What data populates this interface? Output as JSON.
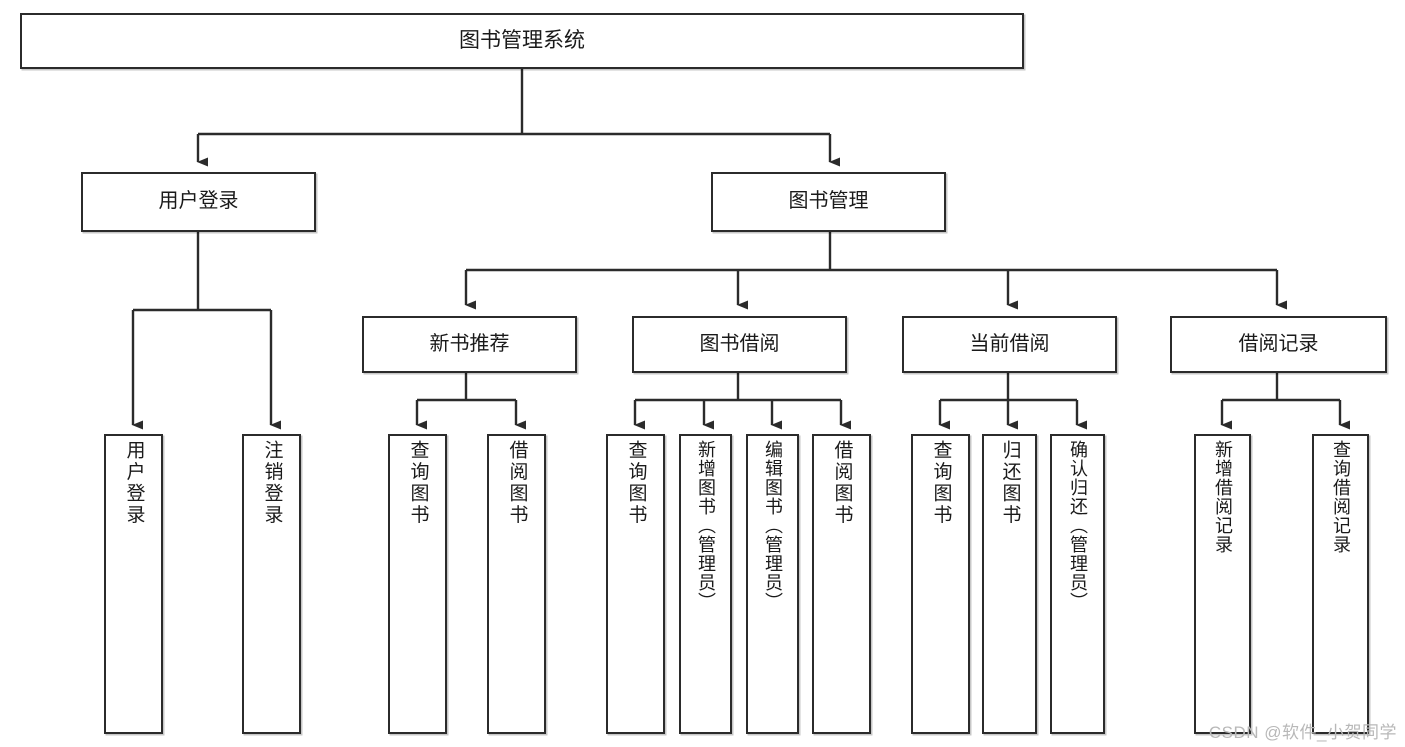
{
  "diagram": {
    "title": "图书管理系统",
    "type": "hierarchy-tree",
    "watermark": "CSDN @软件_小贺同学",
    "colors": {
      "box_border": "#2b2b2b",
      "box_fill": "#ffffff",
      "connector": "#2b2b2b",
      "text": "#1a1a1a",
      "watermark": "#b8b8b8"
    },
    "nodes": {
      "root": {
        "label": "图书管理系统"
      },
      "level1": [
        {
          "id": "user-login",
          "label": "用户登录"
        },
        {
          "id": "book-management",
          "label": "图书管理"
        }
      ],
      "level2": [
        {
          "id": "new-book-recommend",
          "label": "新书推荐"
        },
        {
          "id": "book-borrow",
          "label": "图书借阅"
        },
        {
          "id": "current-borrow",
          "label": "当前借阅"
        },
        {
          "id": "borrow-record",
          "label": "借阅记录"
        }
      ],
      "leaves": {
        "user-login": [
          {
            "id": "leaf-user-login",
            "label": "用户登录"
          },
          {
            "id": "leaf-logout",
            "label": "注销登录"
          }
        ],
        "new-book-recommend": [
          {
            "id": "leaf-query-book-1",
            "label": "查询图书"
          },
          {
            "id": "leaf-borrow-book-1",
            "label": "借阅图书"
          }
        ],
        "book-borrow": [
          {
            "id": "leaf-query-book-2",
            "label": "查询图书"
          },
          {
            "id": "leaf-add-book",
            "label": "新增图书（管理员）"
          },
          {
            "id": "leaf-edit-book",
            "label": "编辑图书（管理员）"
          },
          {
            "id": "leaf-borrow-book-2",
            "label": "借阅图书"
          }
        ],
        "current-borrow": [
          {
            "id": "leaf-query-book-3",
            "label": "查询图书"
          },
          {
            "id": "leaf-return-book",
            "label": "归还图书"
          },
          {
            "id": "leaf-confirm-return",
            "label": "确认归还（管理员）"
          }
        ],
        "borrow-record": [
          {
            "id": "leaf-add-record",
            "label": "新增借阅记录"
          },
          {
            "id": "leaf-query-record",
            "label": "查询借阅记录"
          }
        ]
      }
    }
  }
}
